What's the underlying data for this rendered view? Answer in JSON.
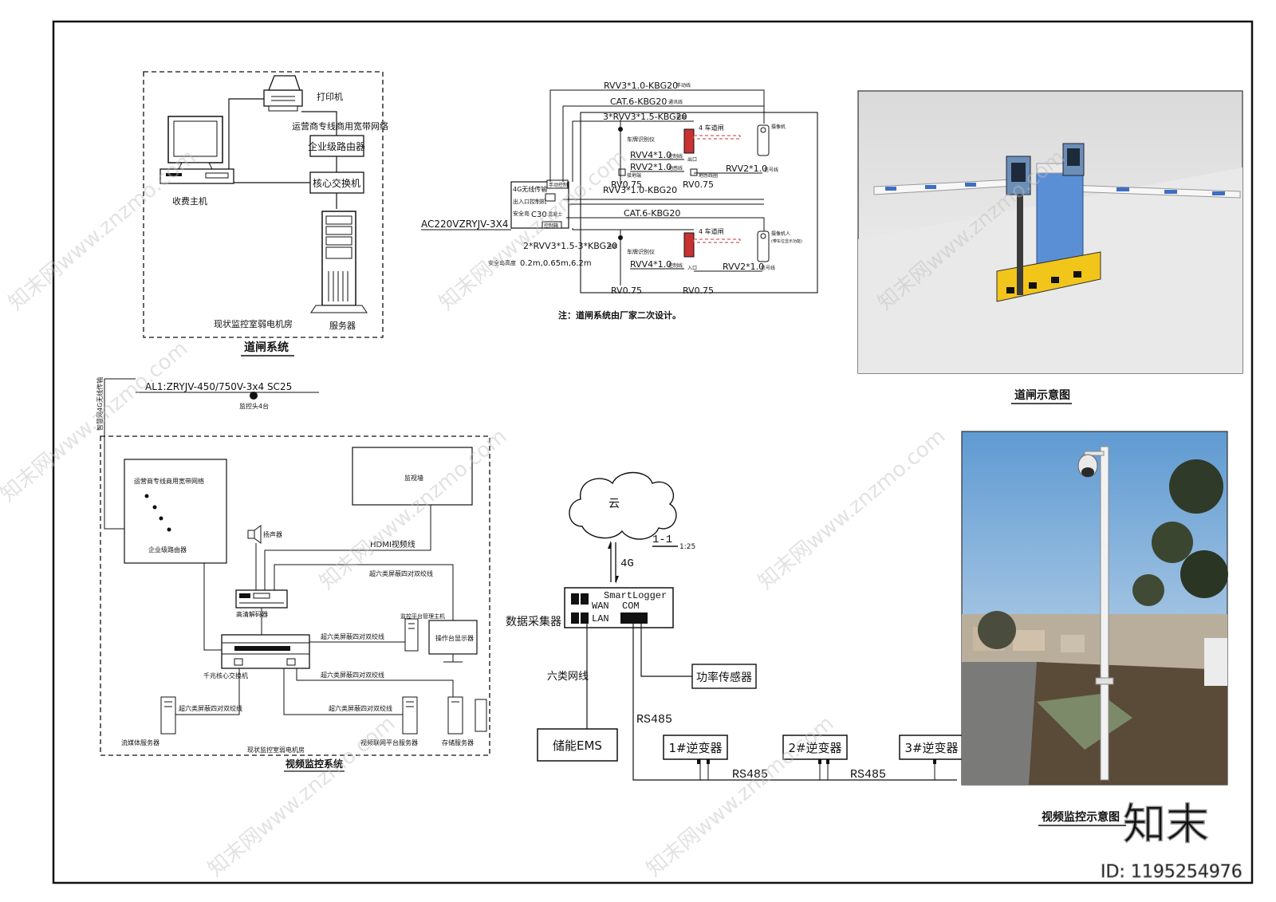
{
  "barrier": {
    "printer": "打印机",
    "isp": "运营商专线商用宽带网络",
    "router": "企业级路由器",
    "core_switch": "核心交换机",
    "host": "收费主机",
    "server": "服务器",
    "room": "现状监控室弱电机房",
    "title": "道闸系统"
  },
  "wiring": {
    "c1": "RVV3*1.0-KBG20",
    "c1_note": "手动线",
    "c2": "CAT.6-KBG20",
    "c2_note": "通讯线",
    "c3": "3*RVV3*1.5-KBG20",
    "c3_note": "电源",
    "lane_a": "4 车道闸",
    "lane_b": "4 车道闸",
    "car": "车牌识别仪",
    "exit": "出口",
    "entry": "入口",
    "rvv4a": "RVV4*1.0",
    "rvv4a_note": "控制线",
    "rvv2a": "RVV2*1.0",
    "rvv2a_note": "地感线",
    "rvv2b": "RVV2*1.0",
    "rvv2b_note": "信号线",
    "rv075a": "RV0.75",
    "rv075b": "RV0.75",
    "ground": "接地端",
    "loop": "地感线圈",
    "gate_dev": "4G无线传输",
    "gate_in": "出入口控制机",
    "gate_base": "安全岛",
    "gate_base2": "C30",
    "gate_base3": "混凝土",
    "gate_box": "控制箱",
    "manual": "手动控制",
    "power": "AC220VZRYJV-3X4",
    "c4": "RVV3*1.0-KBG20",
    "c5": "CAT.6-KBG20",
    "c6": "2*RVV3*1.5-3*KBG20",
    "c6_note": "电源",
    "c7": "RVV4*1.0",
    "c7_note": "控制线",
    "c8": "RVV2*1.0",
    "c8_note": "信号线",
    "rv075c": "RV0.75",
    "rv075d": "RV0.75",
    "island": "安全岛高度",
    "dims": "0.2m,0.65m,6.2m",
    "camera": "摄像机",
    "camera2": "摄像机人",
    "camera2_note": "(带车位显示功能)",
    "note": "注：道闸系统由厂家二次设计。"
  },
  "photo1_caption": "道闸示意图",
  "photo2_caption": "视频监控示意图",
  "cctv": {
    "al1": "AL1:ZRYJV-450/750V-3x4 SC25",
    "wireless": "智慧网4G无线传输",
    "cams": "监控头4台",
    "isp": "运营商专线商用宽带网络",
    "router": "企业级路由器",
    "wall": "监视墙",
    "speaker": "扬声器",
    "hdmi": "HDMI视频线",
    "decoder": "高清解码器",
    "cable1": "超六类屏蔽四对双绞线",
    "mgmt": "监控平台管理主机",
    "display": "操作台显示器",
    "cable2": "超六类屏蔽四对双绞线",
    "core": "千兆核心交换机",
    "cable3": "超六类屏蔽四对双绞线",
    "cable4": "超六类屏蔽四对双绞线",
    "cable5": "超六类屏蔽四对双绞线",
    "media": "流媒体服务器",
    "iot": "视频联网平台服务器",
    "storage": "存储服务器",
    "room": "现状监控室弱电机房",
    "title": "视频监控系统"
  },
  "energy": {
    "cloud": "云",
    "section": "1-1",
    "scale": "1:25",
    "link": "4G",
    "logger": "SmartLogger",
    "wan": "WAN",
    "lan": "LAN",
    "com": "COM",
    "collector": "数据采集器",
    "sensor": "功率传感器",
    "cat6": "六类网线",
    "ems": "储能EMS",
    "rs485_a": "RS485",
    "rs485_b": "RS485",
    "rs485_c": "RS485",
    "inv1": "1#逆变器",
    "inv2": "2#逆变器",
    "inv3": "3#逆变器"
  },
  "brand": {
    "logo": "知末",
    "id": "ID: 1195254976",
    "wm": "知末网www.znzmo.com"
  }
}
